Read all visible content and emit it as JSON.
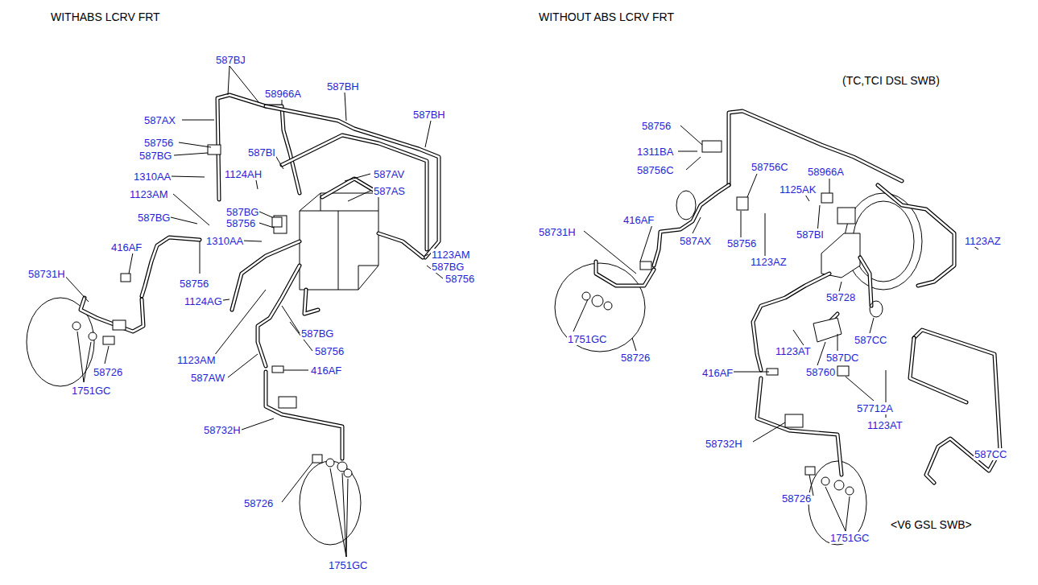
{
  "diagram": {
    "labels": [
      "WITHABS LCRV FRT",
      "WITHOUT ABS LCRV FRT",
      "(TC,TCI DSL SWB)",
      "<V6 GSL SWB>",
      "587BJ",
      "587AX",
      "58966A",
      "587BH",
      "587BH",
      "58756",
      "587BG",
      "587BI",
      "1124AH",
      "1310AA",
      "587AV",
      "587AS",
      "1123AM",
      "587BG",
      "587BG",
      "58756",
      "1310AA",
      "416AF",
      "1123AM",
      "587BG",
      "58756",
      "58731H",
      "58756",
      "1124AG",
      "587BG",
      "58756",
      "1123AM",
      "587AW",
      "416AF",
      "58726",
      "1751GC",
      "58732H",
      "58726",
      "1751GC",
      "58756",
      "1311BA",
      "58756C",
      "58756C",
      "58966A",
      "1125AK",
      "416AF",
      "58731H",
      "587AX",
      "58756",
      "587BI",
      "1123AZ",
      "1123AZ",
      "58728",
      "1751GC",
      "58726",
      "1123AT",
      "587CC",
      "587DC",
      "58760",
      "416AF",
      "57712A",
      "1123AT",
      "58732H",
      "587CC",
      "58726",
      "1751GC"
    ]
  }
}
